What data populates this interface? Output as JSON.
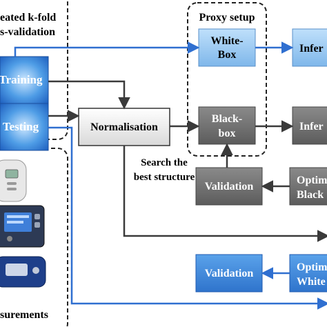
{
  "colors": {
    "blue_box": "#3a86d8",
    "blue_box_light": "#8fc4f0",
    "grey_box": "#6e6e6e",
    "grey_box_dark": "#555555",
    "arrow_blue": "#2f6fd0",
    "arrow_dark": "#3a3a3a",
    "dashed": "#222222"
  },
  "groups": {
    "kfold_line1": "eated k-fold",
    "kfold_line2": "s-validation",
    "proxy_title": "Proxy setup",
    "measurements": "surements"
  },
  "boxes": {
    "training": "Training",
    "testing": "Testing",
    "normalisation": "Normalisation",
    "whitebox_line1": "White-",
    "whitebox_line2": "Box",
    "blackbox_line1": "Black-",
    "blackbox_line2": "box",
    "infer_top": "Infer",
    "infer_mid": "Infer",
    "validation_grey": "Validation",
    "optim_black_line1": "Optim",
    "optim_black_line2": "Black",
    "validation_blue": "Validation",
    "optim_white_line1": "Optim",
    "optim_white_line2": "White"
  },
  "annotations": {
    "search_line1": "Search the",
    "search_line2": "best structure"
  },
  "devices": [
    "handheld-sensor-icon",
    "monitor-device-icon",
    "particle-counter-icon"
  ]
}
